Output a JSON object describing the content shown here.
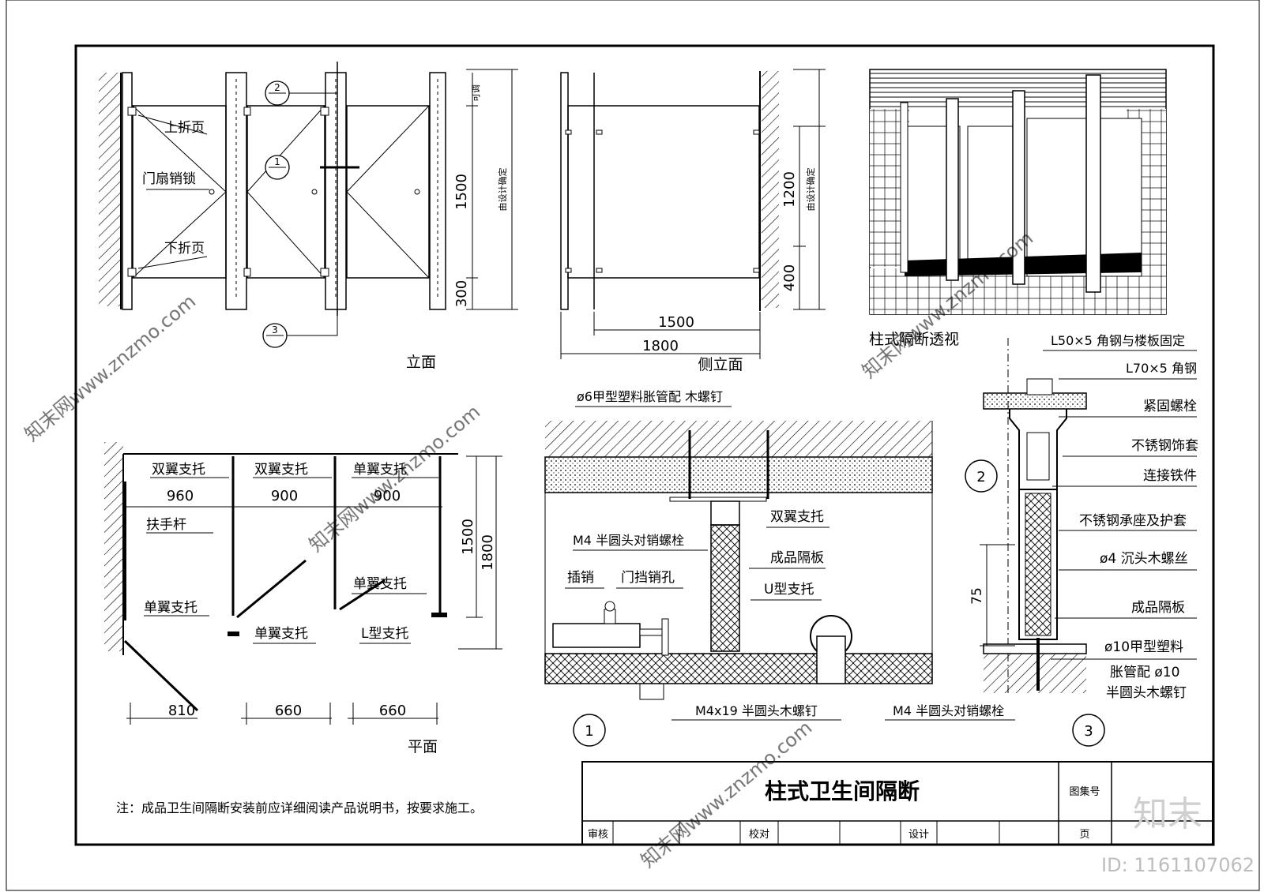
{
  "elevation": {
    "title": "立面",
    "label_upper_hinge": "上折页",
    "label_door_lock": "门扇销锁",
    "label_lower_hinge": "下折页",
    "dim_1500": "1500",
    "dim_300": "300",
    "dim_adjustable": "可调",
    "dim_by_design": "由设计确定",
    "ref_2": "2",
    "ref_1": "1",
    "ref_3": "3"
  },
  "side_elevation": {
    "title": "侧立面",
    "dim_1500": "1500",
    "dim_1800": "1800",
    "dim_1200": "1200",
    "dim_400": "400",
    "dim_by_design": "由设计确定"
  },
  "perspective": {
    "title": "柱式隔断透视"
  },
  "plan": {
    "title": "平面",
    "label_double_wing_1": "双翼支托",
    "label_double_wing_2": "双翼支托",
    "label_single_wing_top": "单翼支托",
    "label_handrail": "扶手杆",
    "label_single_wing_left": "单翼支托",
    "label_single_wing_mid": "单翼支托",
    "label_single_wing_right": "单翼支托",
    "label_l_support": "L型支托",
    "dim_960": "960",
    "dim_900_a": "900",
    "dim_900_b": "900",
    "dim_1500": "1500",
    "dim_1800": "1800",
    "dim_810": "810",
    "dim_660_a": "660",
    "dim_660_b": "660"
  },
  "detail_1": {
    "ref": "1",
    "label_plastic_anchor": "ø6甲型塑料胀管配 木螺钉",
    "label_double_wing": "双翼支托",
    "label_m4_bolt_top": "M4 半圆头对销螺栓",
    "label_panel": "成品隔板",
    "label_latch": "插销",
    "label_door_stop": "门挡销孔",
    "label_u_support": "U型支托",
    "label_m4x19": "M4x19 半圆头木螺钉",
    "label_m4_bolt_bottom": "M4 半圆头对销螺栓"
  },
  "detail_2": {
    "ref": "2",
    "label_angle_50": "L50×5 角钢与楼板固定",
    "label_angle_70": "L70×5 角钢",
    "label_fix_bolt": "紧固螺栓",
    "label_ss_cover": "不锈钢饰套",
    "label_connector": "连接铁件"
  },
  "detail_3": {
    "ref": "3",
    "label_ss_base": "不锈钢承座及护套",
    "label_countersunk": "ø4 沉头木螺丝",
    "label_panel": "成品隔板",
    "label_plastic_10": "ø10甲型塑料",
    "label_anchor_10": "胀管配 ø10",
    "label_screw_10": "半圆头木螺钉",
    "dim_75": "75"
  },
  "note": "注：成品卫生间隔断安装前应详细阅读产品说明书，按要求施工。",
  "title_block": {
    "title": "柱式卫生间隔断",
    "atlas_no_label": "图集号",
    "review_label": "审核",
    "check_label": "校对",
    "design_label": "设计",
    "page_label": "页"
  },
  "watermark": {
    "logo_text": "知末",
    "id_text": "ID: 1161107062",
    "site_text": "知末网www.znzmo.com"
  }
}
